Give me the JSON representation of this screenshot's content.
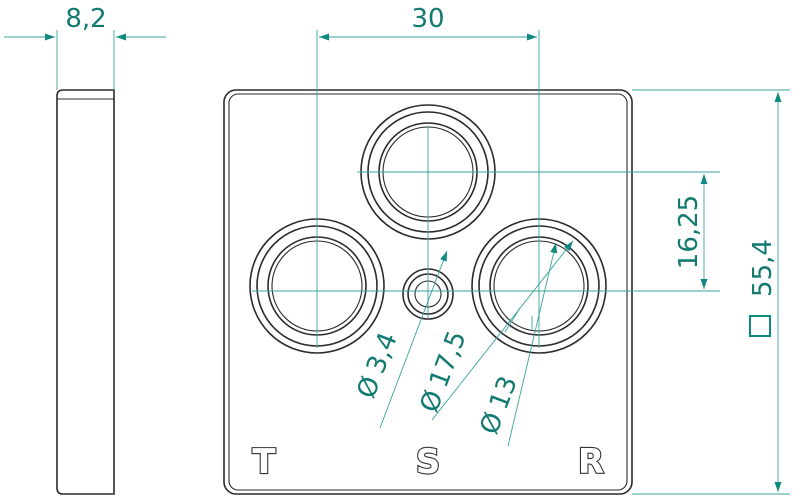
{
  "dimensions": {
    "thickness": "8,2",
    "spacing": "30",
    "vertical_offset": "16,25",
    "square_size": "55,4",
    "small_hole_diameter": "3,4",
    "ring_outer_diameter": "17,5",
    "ring_inner_diameter": "13"
  },
  "symbols": {
    "diameter": "Ø"
  },
  "labels": {
    "t": "T",
    "s": "S",
    "r": "R"
  },
  "colors": {
    "dimension": "#0f8a7e",
    "outline": "#2b2b2b"
  }
}
